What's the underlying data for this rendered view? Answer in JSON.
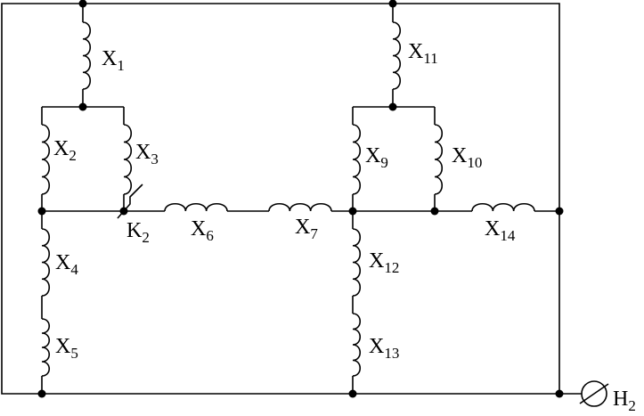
{
  "diagram": {
    "elements": [
      {
        "id": "x1",
        "letter": "X",
        "sub": "1"
      },
      {
        "id": "x2",
        "letter": "X",
        "sub": "2"
      },
      {
        "id": "x3",
        "letter": "X",
        "sub": "3"
      },
      {
        "id": "x4",
        "letter": "X",
        "sub": "4"
      },
      {
        "id": "x5",
        "letter": "X",
        "sub": "5"
      },
      {
        "id": "x6",
        "letter": "X",
        "sub": "6"
      },
      {
        "id": "x7",
        "letter": "X",
        "sub": "7"
      },
      {
        "id": "x9",
        "letter": "X",
        "sub": "9"
      },
      {
        "id": "x10",
        "letter": "X",
        "sub": "10"
      },
      {
        "id": "x11",
        "letter": "X",
        "sub": "11"
      },
      {
        "id": "x12",
        "letter": "X",
        "sub": "12"
      },
      {
        "id": "x13",
        "letter": "X",
        "sub": "13"
      },
      {
        "id": "x14",
        "letter": "X",
        "sub": "14"
      }
    ],
    "fault": {
      "letter": "K",
      "sub": "2"
    },
    "terminal": {
      "letter": "H",
      "sub": "2"
    }
  }
}
